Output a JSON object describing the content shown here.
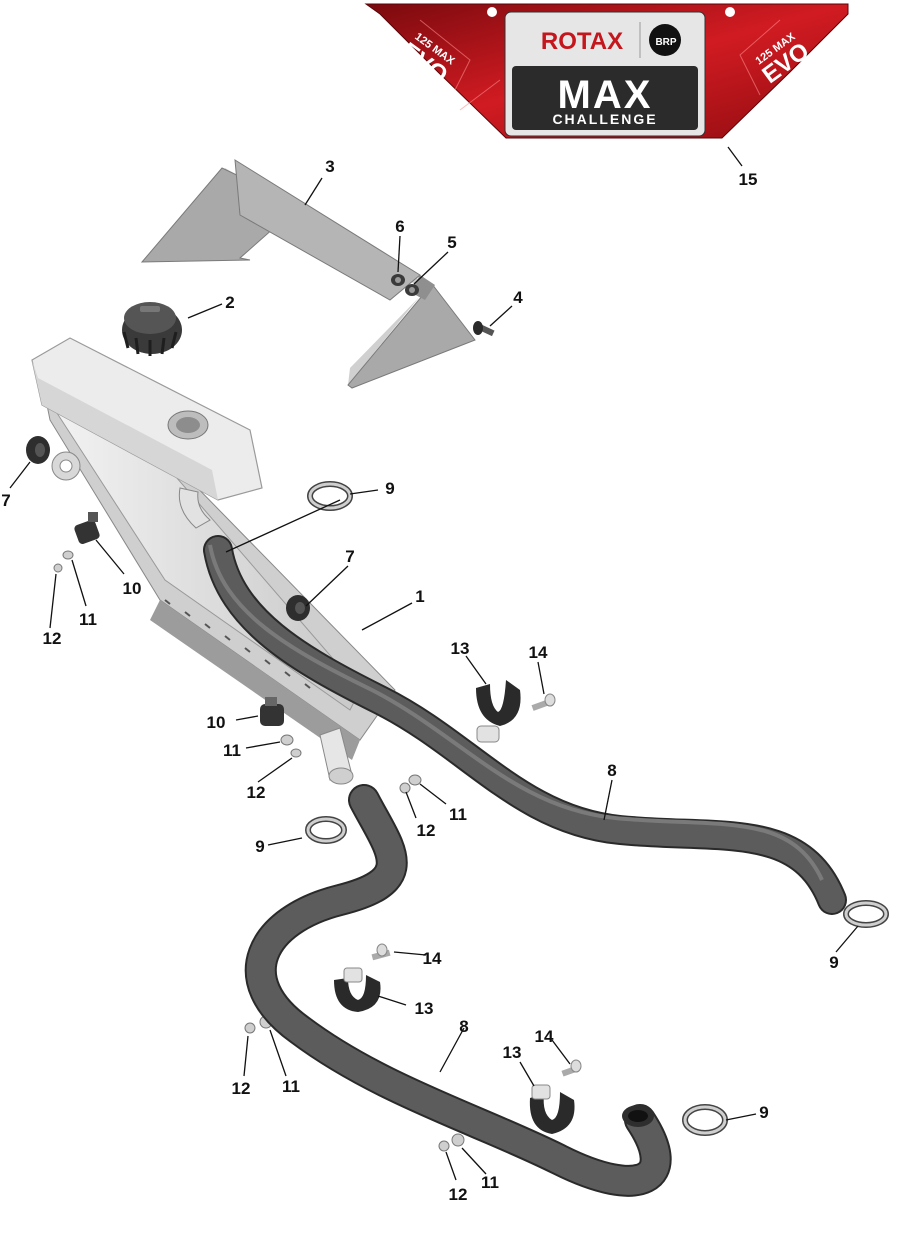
{
  "banner": {
    "brand": "ROTAX",
    "brp": "BRP",
    "max": "MAX",
    "challenge": "CHALLENGE",
    "evo_left_small": "125 MAX",
    "evo_left_big": "EVO",
    "evo_right_small": "125 MAX",
    "evo_right_big": "EVO"
  },
  "callouts": {
    "c1": "1",
    "c2": "2",
    "c3": "3",
    "c4": "4",
    "c5": "5",
    "c6": "6",
    "c7a": "7",
    "c7b": "7",
    "c8a": "8",
    "c8b": "8",
    "c9a": "9",
    "c9b": "9",
    "c9c": "9",
    "c9d": "9",
    "c10a": "10",
    "c10b": "10",
    "c11a": "11",
    "c11b": "11",
    "c11c": "11",
    "c11d": "11",
    "c11e": "11",
    "c12a": "12",
    "c12b": "12",
    "c12c": "12",
    "c12d": "12",
    "c12e": "12",
    "c13a": "13",
    "c13b": "13",
    "c13c": "13",
    "c14a": "14",
    "c14b": "14",
    "c14c": "14",
    "c15": "15"
  },
  "colors": {
    "banner_red": "#c4161c",
    "hose": "#5a5a5a",
    "hose_edge": "#2a2a2a",
    "bracket": "#b3b3b3",
    "radiator": "#d9d9d9",
    "ink": "#111111"
  }
}
